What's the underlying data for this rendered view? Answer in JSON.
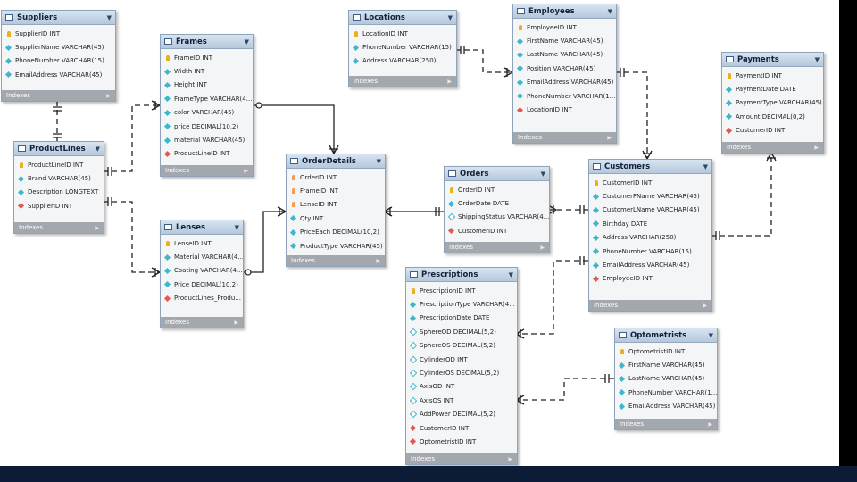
{
  "colors": {
    "header": "#c6d6e8",
    "pk": "#e9b21b",
    "column": "#3fb6cc",
    "fk": "#e05a4f",
    "footer": "#a2a8ad"
  },
  "footer_label": "Indexes",
  "tables": {
    "suppliers": {
      "title": "Suppliers",
      "columns": [
        {
          "name": "SupplierID INT",
          "kind": "key"
        },
        {
          "name": "SupplierName VARCHAR(45)",
          "kind": "col"
        },
        {
          "name": "PhoneNumber VARCHAR(15)",
          "kind": "col"
        },
        {
          "name": "EmailAddress VARCHAR(45)",
          "kind": "col"
        }
      ]
    },
    "frames": {
      "title": "Frames",
      "columns": [
        {
          "name": "FrameID INT",
          "kind": "key"
        },
        {
          "name": "Width INT",
          "kind": "col"
        },
        {
          "name": "Height INT",
          "kind": "col"
        },
        {
          "name": "FrameType VARCHAR(4...",
          "kind": "col"
        },
        {
          "name": "color VARCHAR(45)",
          "kind": "col"
        },
        {
          "name": "price DECIMAL(10,2)",
          "kind": "col"
        },
        {
          "name": "material VARCHAR(45)",
          "kind": "col"
        },
        {
          "name": "ProductLineID INT",
          "kind": "fk"
        }
      ]
    },
    "productlines": {
      "title": "ProductLines",
      "columns": [
        {
          "name": "ProductLineID INT",
          "kind": "key"
        },
        {
          "name": "Brand VARCHAR(45)",
          "kind": "col"
        },
        {
          "name": "Description LONGTEXT",
          "kind": "col"
        },
        {
          "name": "SupplierID INT",
          "kind": "fk"
        }
      ]
    },
    "lenses": {
      "title": "Lenses",
      "columns": [
        {
          "name": "LenseID INT",
          "kind": "key"
        },
        {
          "name": "Material VARCHAR(4...",
          "kind": "col"
        },
        {
          "name": "Coating VARCHAR(4...",
          "kind": "col"
        },
        {
          "name": "Price DECIMAL(10,2)",
          "kind": "col"
        },
        {
          "name": "ProductLines_Produ...",
          "kind": "fk"
        }
      ]
    },
    "orderdetails": {
      "title": "OrderDetails",
      "columns": [
        {
          "name": "OrderID INT",
          "kind": "pkfk"
        },
        {
          "name": "FrameID INT",
          "kind": "pkfk"
        },
        {
          "name": "LenseID INT",
          "kind": "pkfk"
        },
        {
          "name": "Qty INT",
          "kind": "col"
        },
        {
          "name": "PriceEach DECIMAL(10,2)",
          "kind": "col"
        },
        {
          "name": "ProductType VARCHAR(45)",
          "kind": "col"
        }
      ]
    },
    "locations": {
      "title": "Locations",
      "columns": [
        {
          "name": "LocationID INT",
          "kind": "key"
        },
        {
          "name": "PhoneNumber VARCHAR(15)",
          "kind": "col"
        },
        {
          "name": "Address VARCHAR(250)",
          "kind": "col"
        }
      ]
    },
    "employees": {
      "title": "Employees",
      "columns": [
        {
          "name": "EmployeeID INT",
          "kind": "key"
        },
        {
          "name": "FirstName VARCHAR(45)",
          "kind": "col"
        },
        {
          "name": "LastName VARCHAR(45)",
          "kind": "col"
        },
        {
          "name": "Position VARCHAR(45)",
          "kind": "col"
        },
        {
          "name": "EmailAddress VARCHAR(45)",
          "kind": "col"
        },
        {
          "name": "PhoneNumber VARCHAR(1...",
          "kind": "col"
        },
        {
          "name": "LocationID INT",
          "kind": "fk"
        }
      ]
    },
    "orders": {
      "title": "Orders",
      "columns": [
        {
          "name": "OrderID INT",
          "kind": "key"
        },
        {
          "name": "OrderDate DATE",
          "kind": "col"
        },
        {
          "name": "ShippingStatus VARCHAR(4...",
          "kind": "opt"
        },
        {
          "name": "CustomerID INT",
          "kind": "fk"
        }
      ]
    },
    "customers": {
      "title": "Customers",
      "columns": [
        {
          "name": "CustomerID INT",
          "kind": "key"
        },
        {
          "name": "CustomerFName VARCHAR(45)",
          "kind": "col"
        },
        {
          "name": "CustomerLName VARCHAR(45)",
          "kind": "col"
        },
        {
          "name": "Birthday DATE",
          "kind": "col"
        },
        {
          "name": "Address VARCHAR(250)",
          "kind": "col"
        },
        {
          "name": "PhoneNumber VARCHAR(15)",
          "kind": "col"
        },
        {
          "name": "EmailAddress VARCHAR(45)",
          "kind": "col"
        },
        {
          "name": "EmployeeID INT",
          "kind": "fk"
        }
      ]
    },
    "payments": {
      "title": "Payments",
      "columns": [
        {
          "name": "PaymentID INT",
          "kind": "key"
        },
        {
          "name": "PaymentDate DATE",
          "kind": "col"
        },
        {
          "name": "PaymentType VARCHAR(45)",
          "kind": "col"
        },
        {
          "name": "Amount DECIMAL(0,2)",
          "kind": "col"
        },
        {
          "name": "CustomerID INT",
          "kind": "fk"
        }
      ]
    },
    "prescriptions": {
      "title": "Prescriptions",
      "columns": [
        {
          "name": "PrescriptionID INT",
          "kind": "key"
        },
        {
          "name": "PrescriptionType VARCHAR(4...",
          "kind": "col"
        },
        {
          "name": "PrescriptionDate DATE",
          "kind": "col"
        },
        {
          "name": "SphereOD DECIMAL(5,2)",
          "kind": "opt"
        },
        {
          "name": "SphereOS DECIMAL(5,2)",
          "kind": "opt"
        },
        {
          "name": "CylinderOD INT",
          "kind": "opt"
        },
        {
          "name": "CylinderOS DECIMAL(5,2)",
          "kind": "opt"
        },
        {
          "name": "AxisOD INT",
          "kind": "opt"
        },
        {
          "name": "AxisOS INT",
          "kind": "opt"
        },
        {
          "name": "AddPower DECIMAL(5,2)",
          "kind": "opt"
        },
        {
          "name": "CustomerID INT",
          "kind": "fk"
        },
        {
          "name": "OptometristID INT",
          "kind": "fk"
        }
      ]
    },
    "optometrists": {
      "title": "Optometrists",
      "columns": [
        {
          "name": "OptometristID INT",
          "kind": "key"
        },
        {
          "name": "FirstName VARCHAR(45)",
          "kind": "col"
        },
        {
          "name": "LastName VARCHAR(45)",
          "kind": "col"
        },
        {
          "name": "PhoneNumber VARCHAR(1...",
          "kind": "col"
        },
        {
          "name": "EmailAddress VARCHAR(45)",
          "kind": "col"
        }
      ]
    }
  }
}
